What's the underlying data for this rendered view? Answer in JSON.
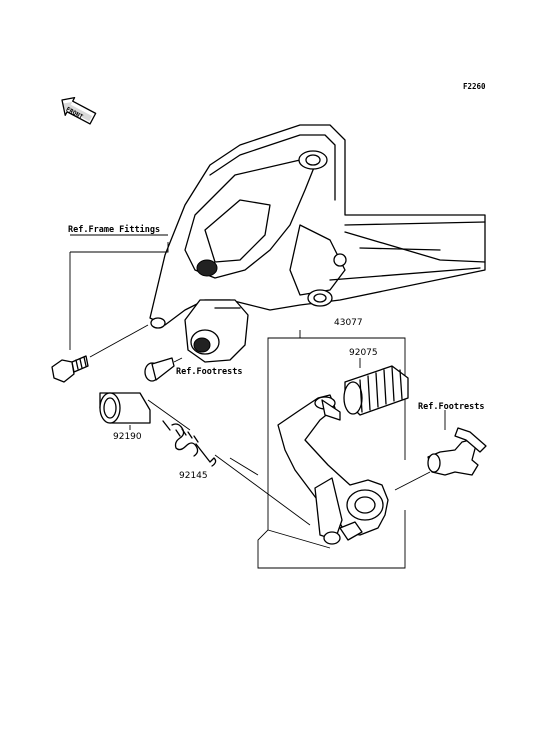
{
  "diagram_code": "F2260",
  "front_marker": "FRONT",
  "labels": {
    "frame_fittings": "Ref.Frame Fittings",
    "footrests_left": "Ref.Footrests",
    "footrests_right": "Ref.Footrests"
  },
  "parts": {
    "pedal_assy": "43077",
    "pedal_rubber": "92075",
    "spacer": "92190",
    "spring": "92145"
  }
}
